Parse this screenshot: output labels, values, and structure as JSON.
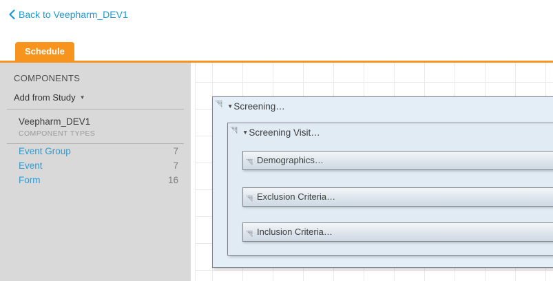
{
  "colors": {
    "accent_orange": "#f7941e",
    "link_blue": "#1a9ad5",
    "sidebar_bg": "#d9d9d9",
    "box_fill_blue": "#e4eef6",
    "grid_line": "#e9e9e9"
  },
  "icons": {
    "caret_down": "▼"
  },
  "header": {
    "back_label": "Back to Veepharm_DEV1"
  },
  "tabs": {
    "schedule_label": "Schedule"
  },
  "sidebar": {
    "title": "COMPONENTS",
    "add_from_study_label": "Add from Study",
    "study_name": "Veepharm_DEV1",
    "component_types_label": "COMPONENT TYPES",
    "items": [
      {
        "label": "Event Group",
        "count": "7"
      },
      {
        "label": "Event",
        "count": "7"
      },
      {
        "label": "Form",
        "count": "16"
      }
    ]
  },
  "canvas": {
    "event_group": {
      "label": "Screening…"
    },
    "event": {
      "label": "Screening Visit…"
    },
    "forms": [
      {
        "label": "Demographics…"
      },
      {
        "label": "Exclusion Criteria…"
      },
      {
        "label": "Inclusion Criteria…"
      }
    ]
  }
}
